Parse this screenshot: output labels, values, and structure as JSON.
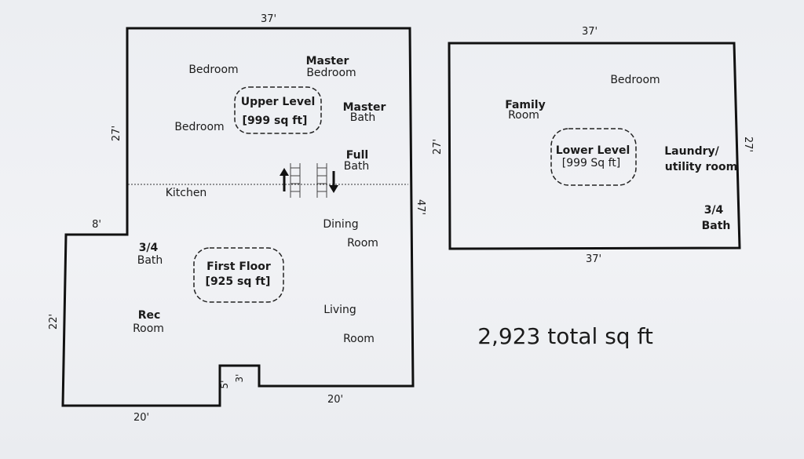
{
  "main_plan": {
    "dims": {
      "top": "37'",
      "right": "47'",
      "upper_left": "27'",
      "step": "8'",
      "lower_left": "22'",
      "bottom_left": "20'",
      "bottom_right": "20'",
      "notch": "5'",
      "notch_b": "3'"
    },
    "upper_level": {
      "badge_title": "Upper Level",
      "badge_area": "[999 sq ft]",
      "rooms": [
        "Bedroom",
        "Bedroom",
        "Master",
        "Bedroom",
        "Master",
        "Bath",
        "Full",
        "Bath"
      ]
    },
    "first_floor": {
      "badge_title": "First Floor",
      "badge_area": "[925 sq ft]",
      "rooms": [
        "Kitchen",
        "Dining",
        "Room",
        "3/4",
        "Bath",
        "Rec",
        "Room",
        "Living",
        "Room"
      ]
    }
  },
  "lower_plan": {
    "dims": {
      "top": "37'",
      "bottom": "37'",
      "left": "27'",
      "right": "27'"
    },
    "badge_title": "Lower Level",
    "badge_area": "[999 Sq ft]",
    "rooms": [
      "Bedroom",
      "Family",
      "Room",
      "Laundry/",
      "utility room",
      "3/4",
      "Bath"
    ]
  },
  "total": "2,923 total sq ft"
}
